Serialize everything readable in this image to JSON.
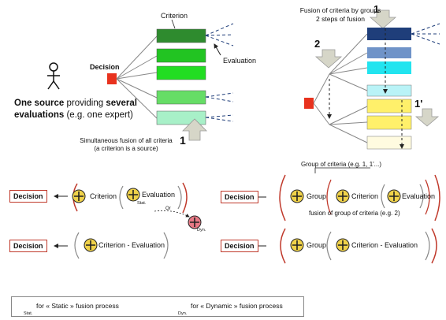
{
  "top_left": {
    "criterion_label": "Criterion",
    "decision_label": "Decision",
    "evaluation_label": "Evaluation",
    "source_line1_a": "One source",
    "source_line1_b": " providing ",
    "source_line1_c": "several",
    "source_line2_a": "evaluations",
    "source_line2_b": " (e.g. one expert)",
    "fusion_line1": "Simultaneous fusion of all criteria",
    "fusion_line2": "(a criterion is a source)",
    "arrow_number": "1"
  },
  "top_right": {
    "title_line1": "Fusion of criteria  by groups",
    "title_line2": "2 steps of fusion",
    "arrow1_number": "1",
    "arrow2_number": "2",
    "arrow1p_number": "1'"
  },
  "bottom": {
    "group_title": "Group of criteria (e.g. 1, 1'...)",
    "group_fusion_label": "fusion of group of criteria (e.g. 2)",
    "decision": "Decision",
    "criterion": "Criterion",
    "evaluation": "Evaluation",
    "criterion_evaluation": "Criterion - Evaluation",
    "group": "Group",
    "stat_sub": "Stat.",
    "dyn_sub": "Dyn.",
    "or_label": "Or"
  },
  "legend": {
    "static_text": "for « Static » fusion process",
    "dynamic_text": "for « Dynamic » fusion process",
    "stat_sub": "Stat.",
    "dyn_sub": "Dyn."
  },
  "colors": {
    "decision_red": "#e8321e",
    "dark_green": "#2e8b2e",
    "green": "#22c422",
    "light_green": "#66dd66",
    "pale_green": "#a8f0c8",
    "navy": "#1f3e7a",
    "steel_blue": "#6f93c8",
    "cyan": "#22e4ef",
    "light_cyan": "#b9f3f7",
    "yellow": "#fff06a",
    "pale_yellow": "#fffbe0",
    "plus_gold": "#f0d24a",
    "plus_pink": "#e87a86"
  }
}
